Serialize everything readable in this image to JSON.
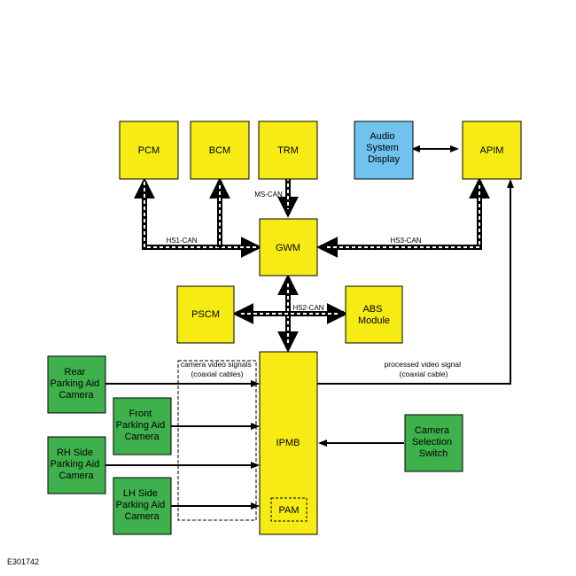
{
  "colors": {
    "yellow": "#f6ec13",
    "blue": "#6fc3ee",
    "green": "#3eb14d",
    "stroke": "#000000"
  },
  "modules": {
    "pcm": "PCM",
    "bcm": "BCM",
    "trm": "TRM",
    "audio_display": [
      "Audio",
      "System",
      "Display"
    ],
    "apim": "APIM",
    "gwm": "GWM",
    "pscm": "PSCM",
    "abs": [
      "ABS",
      "Module"
    ],
    "ipmb": "IPMB",
    "pam": "PAM"
  },
  "cameras": {
    "rear": [
      "Rear",
      "Parking Aid",
      "Camera"
    ],
    "front": [
      "Front",
      "Parking Aid",
      "Camera"
    ],
    "rh_side": [
      "RH Side",
      "Parking Aid",
      "Camera"
    ],
    "lh_side": [
      "LH Side",
      "Parking Aid",
      "Camera"
    ]
  },
  "switch": [
    "Camera",
    "Selection",
    "Switch"
  ],
  "buses": {
    "hs1": "HS1-CAN",
    "hs2": "HS2-CAN",
    "hs3": "HS3-CAN",
    "ms": "MS-CAN"
  },
  "notes": {
    "camera_signals": [
      "camera video signals",
      "(coaxial cables)"
    ],
    "processed_signal": [
      "processed video signal",
      "(coaxial cable)"
    ]
  },
  "figure_ref": "E301742"
}
